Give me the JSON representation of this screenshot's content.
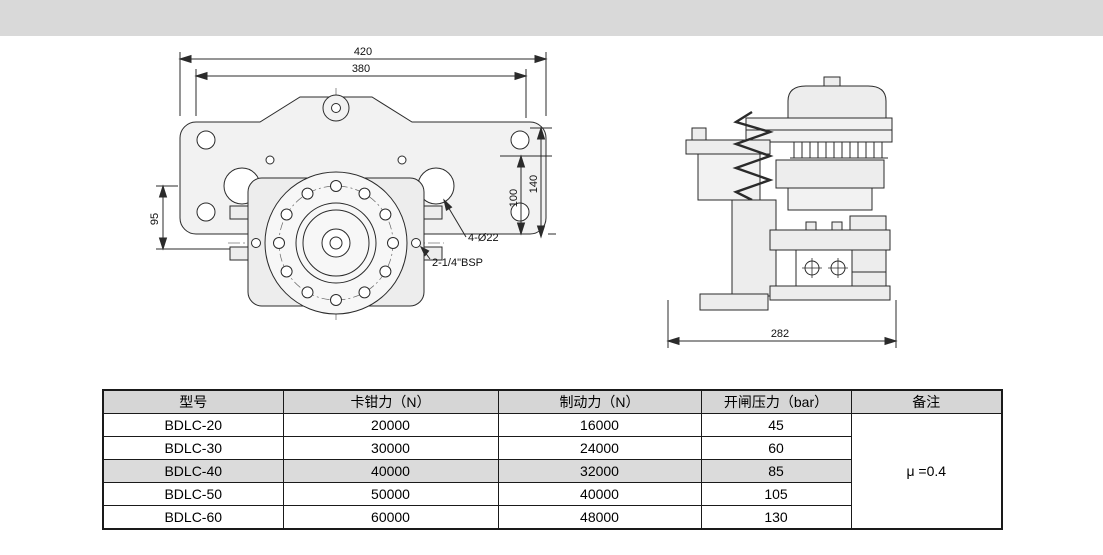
{
  "drawings": {
    "front_view": {
      "dims": {
        "outer_width": "420",
        "inner_width": "380",
        "left_height": "95",
        "right_inner_height": "100",
        "right_outer_height": "140"
      },
      "labels": {
        "corner_holes": "4-Ø22",
        "port_thread": "2-1/4\"BSP"
      }
    },
    "side_view": {
      "dims": {
        "overall_width": "282"
      }
    }
  },
  "table": {
    "headers": [
      "型号",
      "卡钳力（N）",
      "制动力（N）",
      "开闸压力（bar）",
      "备注"
    ],
    "rows": [
      {
        "model": "BDLC-20",
        "clamp_force": "20000",
        "brake_force": "16000",
        "open_pressure": "45"
      },
      {
        "model": "BDLC-30",
        "clamp_force": "30000",
        "brake_force": "24000",
        "open_pressure": "60"
      },
      {
        "model": "BDLC-40",
        "clamp_force": "40000",
        "brake_force": "32000",
        "open_pressure": "85"
      },
      {
        "model": "BDLC-50",
        "clamp_force": "50000",
        "brake_force": "40000",
        "open_pressure": "105"
      },
      {
        "model": "BDLC-60",
        "clamp_force": "60000",
        "brake_force": "48000",
        "open_pressure": "130"
      }
    ],
    "remark": "μ =0.4"
  }
}
